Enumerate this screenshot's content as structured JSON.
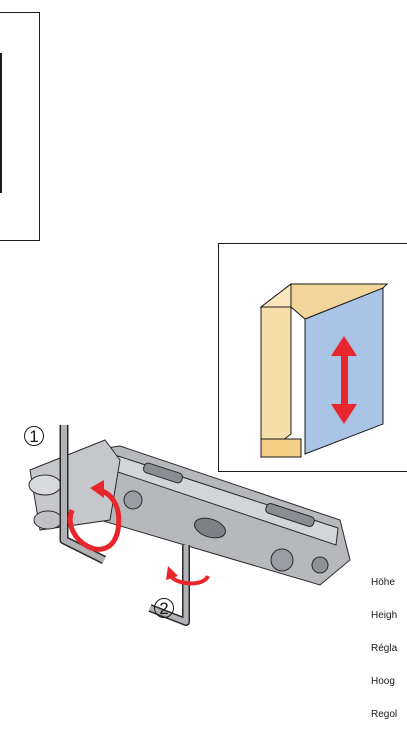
{
  "callouts": {
    "step1": "1",
    "step2": "2"
  },
  "caption": {
    "lines": [
      "Höhe",
      "Heigh",
      "Régla",
      "Hoog",
      "Regol"
    ]
  },
  "colors": {
    "arrow_red": "#e8262b",
    "panel_blue": "#a9c4e4",
    "wood": "#f6dea9",
    "metal": "#b6b8bb"
  }
}
